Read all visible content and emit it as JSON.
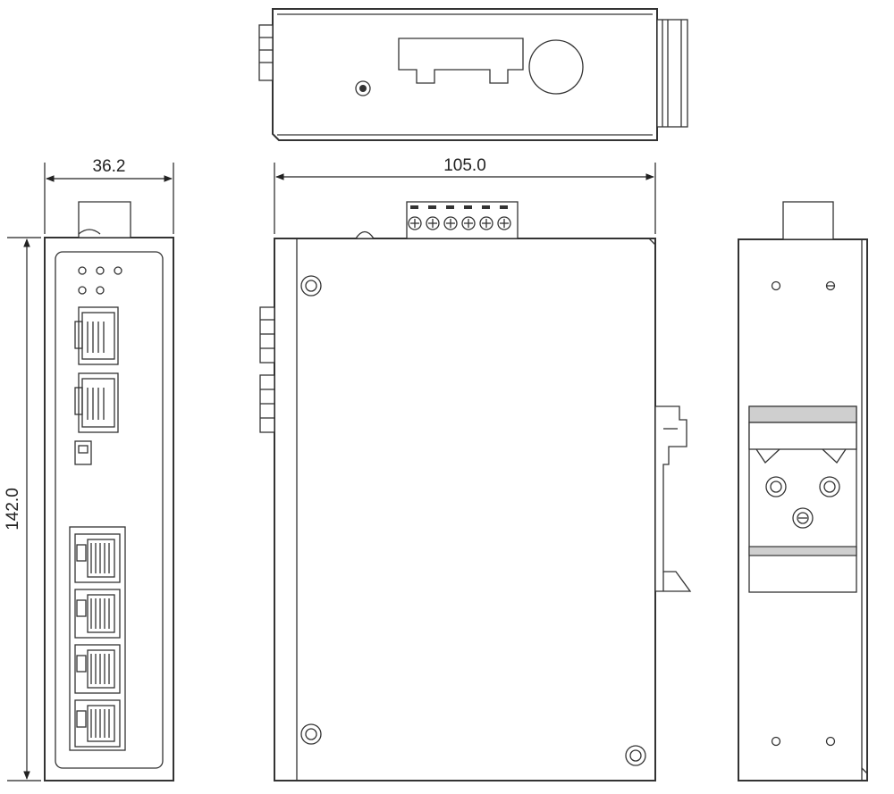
{
  "dimensions": {
    "width": "36.2",
    "length": "105.0",
    "height": "142.0"
  },
  "views": {
    "top": "top-view",
    "front": "front-view",
    "side": "side-view",
    "back": "back-view"
  },
  "colors": {
    "line": "#333333",
    "background": "#ffffff"
  }
}
